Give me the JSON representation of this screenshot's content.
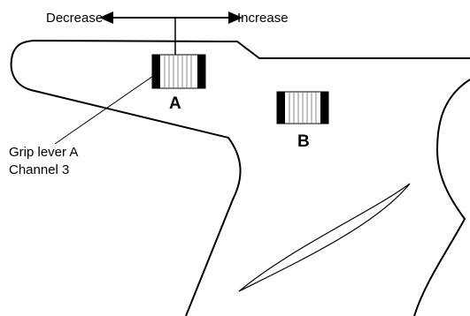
{
  "arrows": {
    "decrease_label": "Decrease",
    "increase_label": "Increase"
  },
  "levers": {
    "a_label": "A",
    "b_label": "B"
  },
  "callout": {
    "line1": "Grip lever A",
    "line2": "Channel 3"
  },
  "colors": {
    "stroke": "#000000",
    "lever_stripe": "#888888",
    "background": "#ffffff"
  }
}
